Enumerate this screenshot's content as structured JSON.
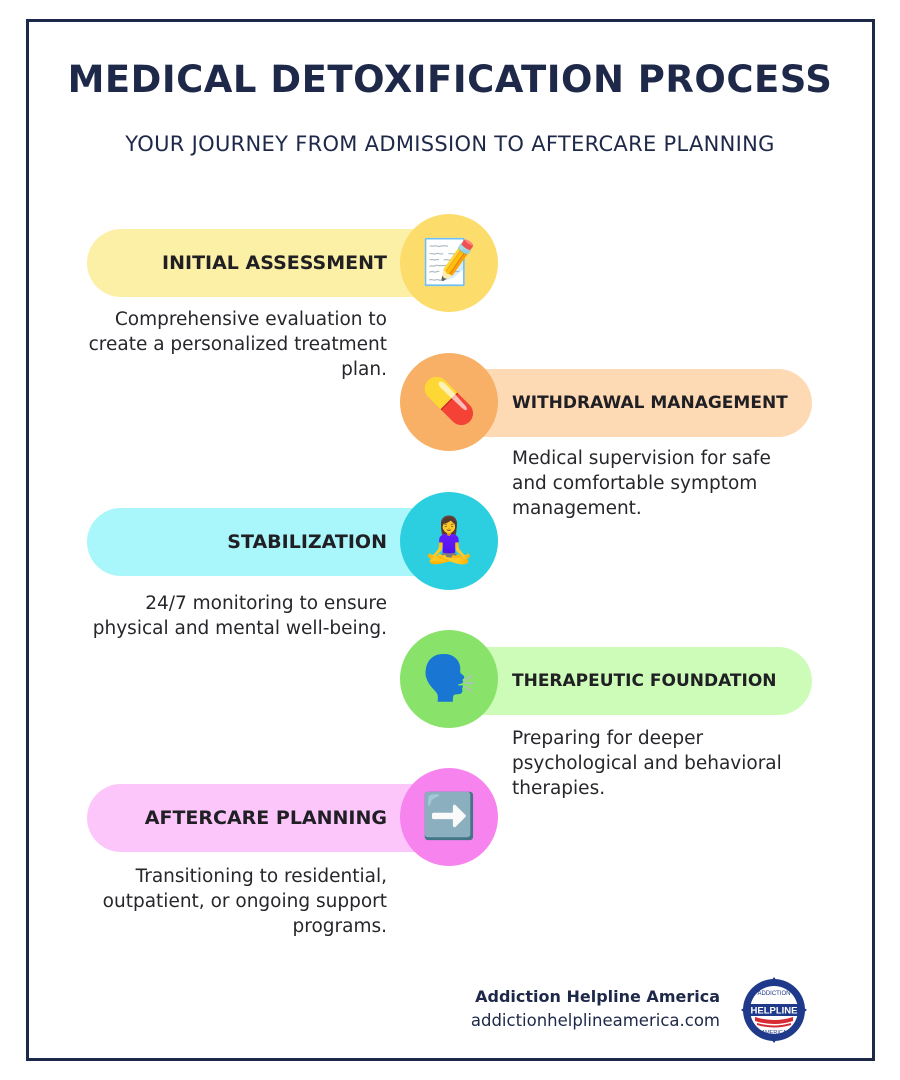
{
  "header": {
    "title": "MEDICAL DETOXIFICATION PROCESS",
    "subtitle": "YOUR JOURNEY FROM ADMISSION TO AFTERCARE PLANNING"
  },
  "steps": [
    {
      "label": "INITIAL ASSESSMENT",
      "icon": "memo-pencil-icon",
      "emoji": "📝",
      "side": "left",
      "pill_color": "#fcefa6",
      "circle_color": "#fcdc6a",
      "description": "Comprehensive evaluation to create a personalized treatment plan."
    },
    {
      "label": "WITHDRAWAL MANAGEMENT",
      "icon": "pill-capsule-icon",
      "emoji": "💊",
      "side": "right",
      "pill_color": "#fdd9b4",
      "circle_color": "#f7b066",
      "description": "Medical supervision for safe and comfortable symptom management."
    },
    {
      "label": "STABILIZATION",
      "icon": "lotus-position-icon",
      "emoji": "🧘‍♀️",
      "side": "left",
      "pill_color": "#a9f6fb",
      "circle_color": "#2ccfe0",
      "description": "24/7 monitoring to ensure physical and mental well-being."
    },
    {
      "label": "THERAPEUTIC FOUNDATION",
      "icon": "speaking-head-icon",
      "emoji": "🗣️",
      "side": "right",
      "pill_color": "#cdfbb8",
      "circle_color": "#89e36a",
      "description": "Preparing for deeper psychological and behavioral therapies."
    },
    {
      "label": "AFTERCARE PLANNING",
      "icon": "right-arrow-icon",
      "emoji": "➡️",
      "side": "left",
      "pill_color": "#fdc6fb",
      "circle_color": "#f783ee",
      "description": "Transitioning to residential, outpatient, or ongoing support programs."
    }
  ],
  "footer": {
    "brand_name": "Addiction Helpline America",
    "url": "addictionhelplineamerica.com",
    "logo": {
      "top_text": "ADDICTION",
      "middle_text": "HELPLINE",
      "bottom_text": "AMERICA"
    }
  },
  "colors": {
    "navy": "#1e2848",
    "text": "#1f1f24"
  }
}
